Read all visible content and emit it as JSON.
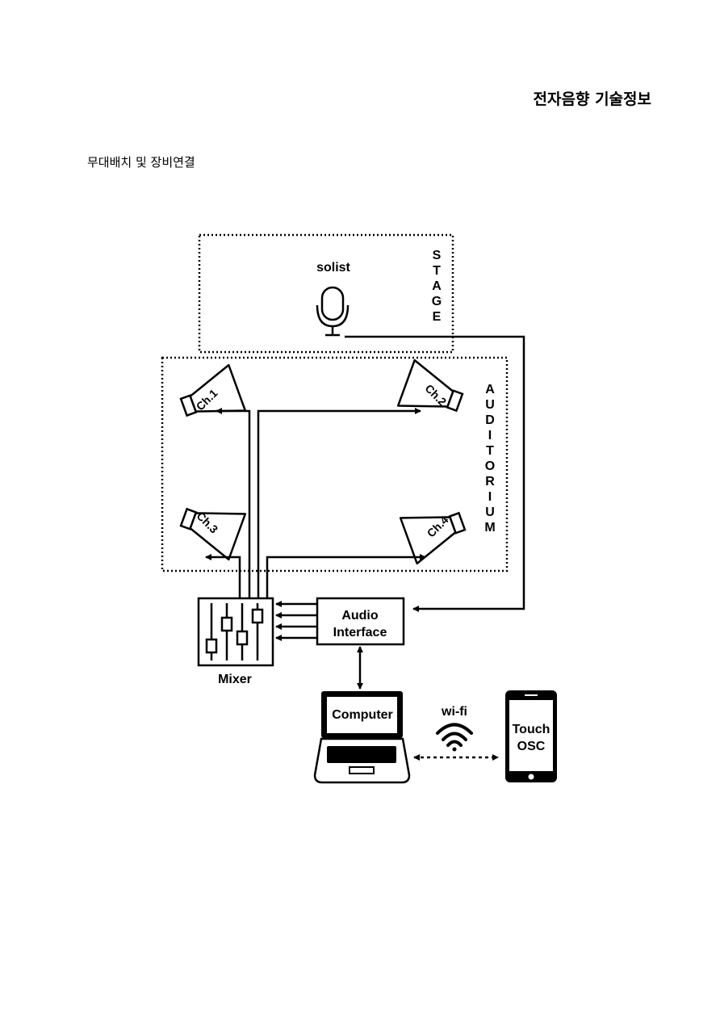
{
  "header": {
    "title": "전자음향 기술정보"
  },
  "section": {
    "title": "무대배치 및 장비연결"
  },
  "diagram": {
    "stage_label": "STAGE",
    "auditorium_label": "AUDITORIUM",
    "mic_label": "solist",
    "speakers": [
      "Ch.1",
      "Ch.2",
      "Ch.3",
      "Ch.4"
    ],
    "mixer_label": "Mixer",
    "audio_interface_label": [
      "Audio",
      "Interface"
    ],
    "computer_label": "Computer",
    "wifi_label": "wi-fi",
    "phone_label": [
      "Touch",
      "OSC"
    ]
  }
}
